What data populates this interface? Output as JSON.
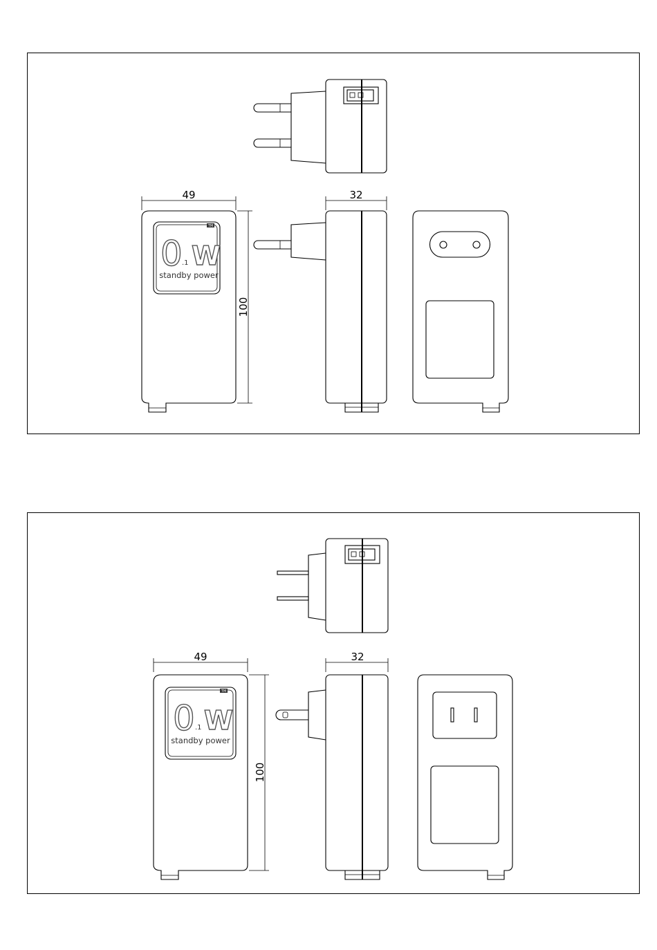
{
  "drawings": [
    {
      "id": "eu",
      "width_dim": "49",
      "depth_dim": "32",
      "height_dim": "100",
      "logo": {
        "main": "0",
        "sub": ".1",
        "unit": "W",
        "caption": "standby power",
        "mark": "TM"
      }
    },
    {
      "id": "us",
      "width_dim": "49",
      "depth_dim": "32",
      "height_dim": "100",
      "logo": {
        "main": "0",
        "sub": ".1",
        "unit": "W",
        "caption": "standby power",
        "mark": "TM"
      }
    }
  ]
}
